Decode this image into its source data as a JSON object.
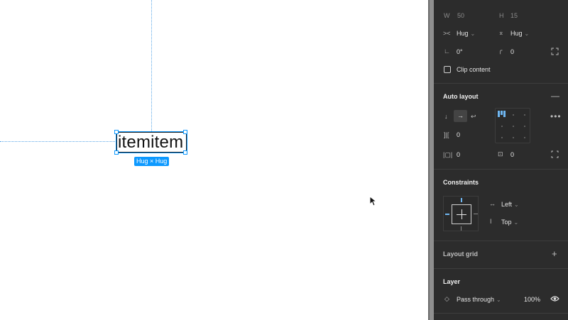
{
  "canvas": {
    "text_content": "itemitem",
    "size_badge": "Hug × Hug"
  },
  "panel": {
    "dimensions": {
      "w_label": "W",
      "w_value": "50",
      "h_label": "H",
      "h_value": "15"
    },
    "resizing": {
      "horizontal": "Hug",
      "vertical": "Hug"
    },
    "rotation": "0°",
    "corner_radius": "0",
    "clip_content_label": "Clip content",
    "auto_layout": {
      "title": "Auto layout",
      "spacing": "0",
      "padding_horizontal": "0",
      "padding_vertical": "0"
    },
    "constraints": {
      "title": "Constraints",
      "horizontal": "Left",
      "vertical": "Top"
    },
    "layout_grid": {
      "title": "Layout grid"
    },
    "layer": {
      "title": "Layer",
      "blend_mode": "Pass through",
      "opacity": "100%"
    }
  },
  "colors": {
    "selection": "#0d99ff",
    "panel_bg": "#2c2c2c",
    "guide": "#5aa7e8"
  }
}
